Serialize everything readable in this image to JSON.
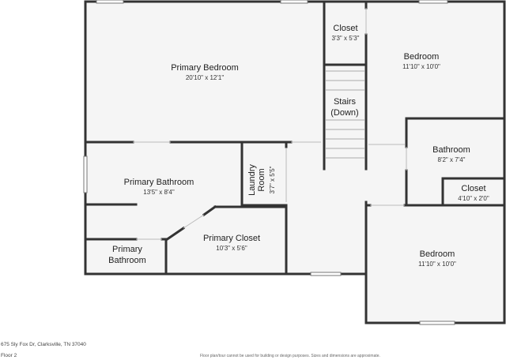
{
  "rooms": {
    "primary_bedroom": {
      "name": "Primary Bedroom",
      "dims": "20'10\" x 12'1\""
    },
    "closet_top": {
      "name": "Closet",
      "dims": "3'3\" x 5'3\""
    },
    "bedroom_top": {
      "name": "Bedroom",
      "dims": "11'10\" x 10'0\""
    },
    "stairs": {
      "line1": "Stairs",
      "line2": "(Down)"
    },
    "bathroom": {
      "name": "Bathroom",
      "dims": "8'2\" x 7'4\""
    },
    "closet_small": {
      "name": "Closet",
      "dims": "4'10\" x 2'0\""
    },
    "primary_bathroom": {
      "name": "Primary Bathroom",
      "dims": "13'5\" x 8'4\""
    },
    "laundry": {
      "line1": "Laundry",
      "line2": "Room",
      "dims": "3'7\" x 5'5\""
    },
    "primary_closet": {
      "name": "Primary Closet",
      "dims": "10'3\" x 5'6\""
    },
    "primary_bathroom_small": {
      "line1": "Primary",
      "line2": "Bathroom"
    },
    "bedroom_bottom": {
      "name": "Bedroom",
      "dims": "11'10\" x 10'0\""
    }
  },
  "footer": {
    "address": "675 Sly Fox Dr, Clarksville, TN 37040",
    "floor": "Floor 2",
    "disclaimer": "Floor plan/tour cannot be used for building or design purposes. Sizes and dimensions are approximate."
  },
  "colors": {
    "wall": "#333333",
    "floor": "#f5f5f5",
    "background": "#ffffff"
  }
}
